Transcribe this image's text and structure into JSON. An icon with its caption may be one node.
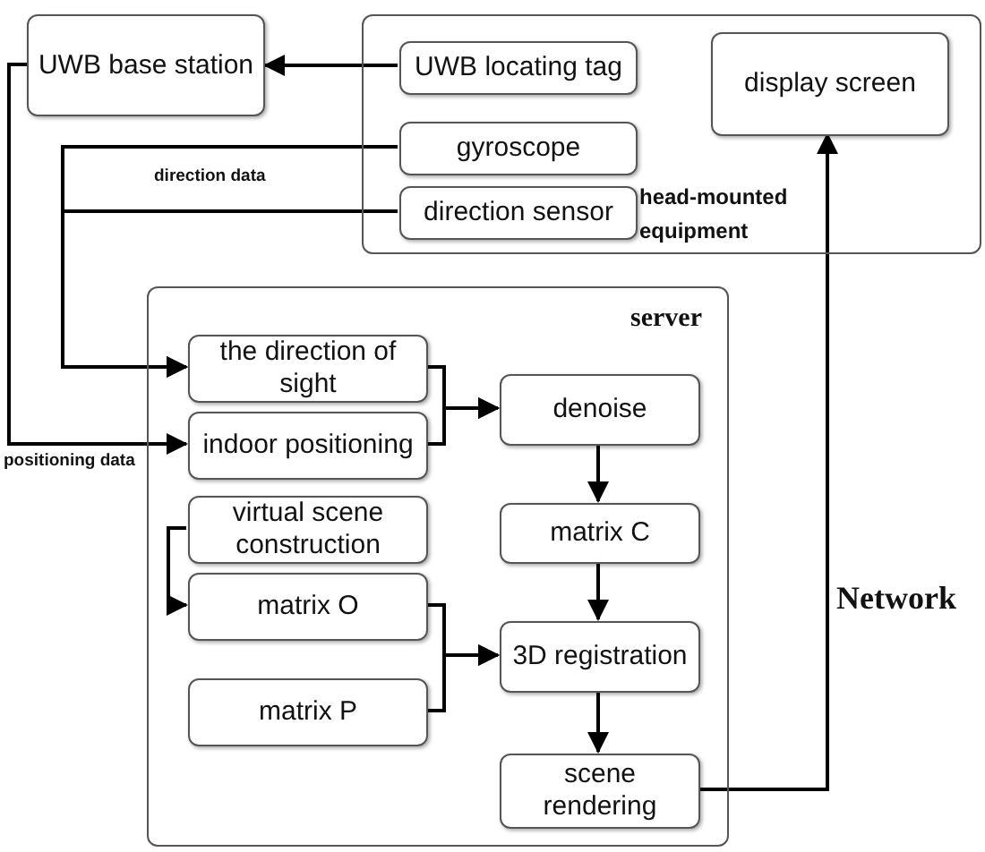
{
  "diagram": {
    "nodes": [
      {
        "text": [
          "UWB base station"
        ]
      },
      {
        "text": [
          "head-mounted equipment"
        ]
      },
      {
        "text": [
          "UWB locating tag"
        ],
        "in": 1
      },
      {
        "text": [
          "display screen"
        ],
        "in": 1
      },
      {
        "text": [
          "gyroscope"
        ],
        "in": 1
      },
      {
        "text": [
          "direction sensor"
        ],
        "in": 1
      },
      {
        "text": [
          "server"
        ]
      },
      {
        "text": [
          "the direction of sight"
        ],
        "in": 6
      },
      {
        "text": [
          "indoor positioning"
        ],
        "in": 6
      },
      {
        "text": [
          "denoise"
        ],
        "in": 6
      },
      {
        "text": [
          "virtual scene construction"
        ],
        "in": 6
      },
      {
        "text": [
          "matrix C"
        ],
        "in": 6
      },
      {
        "text": [
          "matrix O"
        ],
        "in": 6
      },
      {
        "text": [
          "3D registration"
        ],
        "in": 6
      },
      {
        "text": [
          "matrix P"
        ],
        "in": 6
      },
      {
        "text": [
          "scene rendering"
        ],
        "in": 6
      }
    ],
    "edges": [
      {
        "from": 2,
        "to": 0,
        "arrow": "to"
      },
      {
        "from": 4,
        "to": 7,
        "arrow": "to"
      },
      {
        "from": 5,
        "to": 7,
        "arrow": "to"
      },
      {
        "from": 0,
        "to": 8,
        "arrow": "to"
      },
      {
        "from": 7,
        "to": 9,
        "arrow": "to"
      },
      {
        "from": 8,
        "to": 9,
        "arrow": "to"
      },
      {
        "from": 9,
        "to": 11,
        "arrow": "to"
      },
      {
        "from": 11,
        "to": 13,
        "arrow": "to"
      },
      {
        "from": 10,
        "to": 12,
        "arrow": "to"
      },
      {
        "from": 12,
        "to": 13,
        "arrow": "to"
      },
      {
        "from": 14,
        "to": 13,
        "arrow": "to"
      },
      {
        "from": 13,
        "to": 15,
        "arrow": "to"
      },
      {
        "from": 15,
        "to": 3,
        "arrow": "to"
      }
    ],
    "labels": [
      "direction data",
      "positioning data",
      "Network"
    ]
  }
}
